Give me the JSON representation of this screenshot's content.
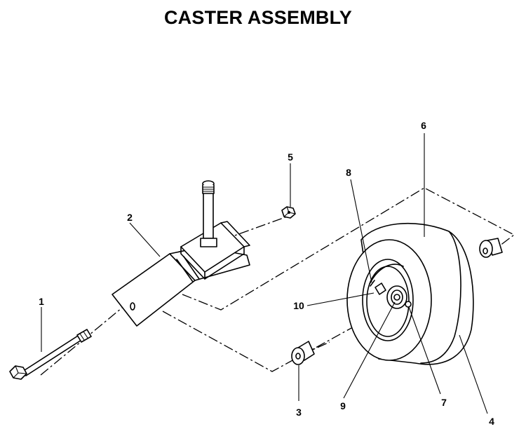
{
  "title": "CASTER ASSEMBLY",
  "callouts": {
    "c1": "1",
    "c2": "2",
    "c3": "3",
    "c4": "4",
    "c5": "5",
    "c6": "6",
    "c7": "7",
    "c8": "8",
    "c9": "9",
    "c10": "10"
  }
}
